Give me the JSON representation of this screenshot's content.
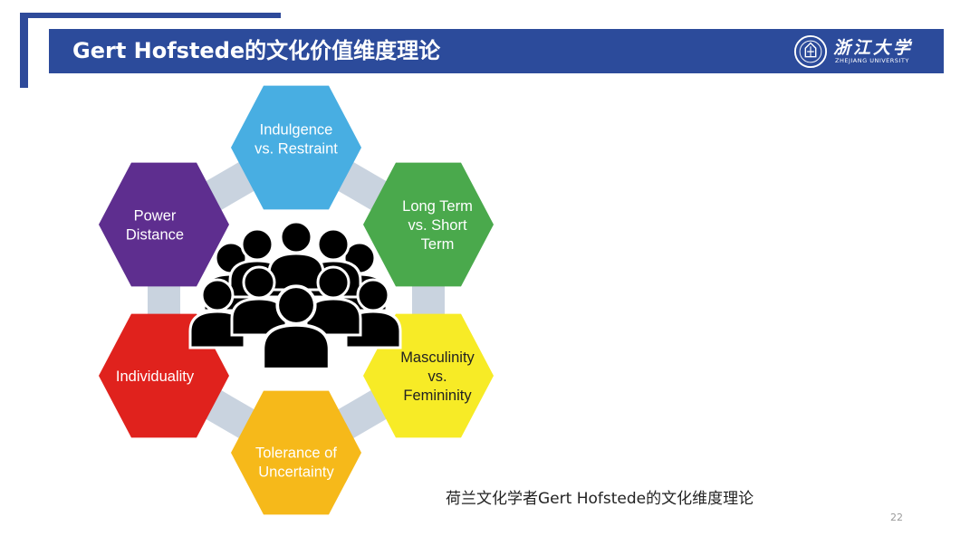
{
  "slide": {
    "title": "Gert Hofstede的文化价值维度理论",
    "caption": "荷兰文化学者Gert Hofstede的文化维度理论",
    "page_number": "22"
  },
  "logo": {
    "name": "浙江大学",
    "subtitle": "ZHEJIANG UNIVERSITY",
    "icon": "zhejiang-university-emblem-icon"
  },
  "center_icon": "people-group-icon",
  "dimensions": [
    {
      "id": "indulgence",
      "lines": [
        "Indulgence",
        "vs. Restraint"
      ],
      "color": "#48aee2",
      "text_color": "#ffffff"
    },
    {
      "id": "long-term",
      "lines": [
        "Long Term",
        "vs. Short",
        "Term"
      ],
      "color": "#4aa94c",
      "text_color": "#ffffff"
    },
    {
      "id": "masculinity",
      "lines": [
        "Masculinity",
        "vs.",
        "Femininity"
      ],
      "color": "#f7eb26",
      "text_color": "#222222"
    },
    {
      "id": "uncertainty",
      "lines": [
        "Tolerance of",
        "Uncertainty"
      ],
      "color": "#f6b91a",
      "text_color": "#ffffff"
    },
    {
      "id": "individuality",
      "lines": [
        "Individuality"
      ],
      "color": "#e0221d",
      "text_color": "#ffffff"
    },
    {
      "id": "power-distance",
      "lines": [
        "Power",
        "Distance"
      ],
      "color": "#5e2e8f",
      "text_color": "#ffffff"
    }
  ],
  "colors": {
    "banner": "#2c4b9b",
    "connector": "#c9d3df",
    "people": "#000000"
  }
}
